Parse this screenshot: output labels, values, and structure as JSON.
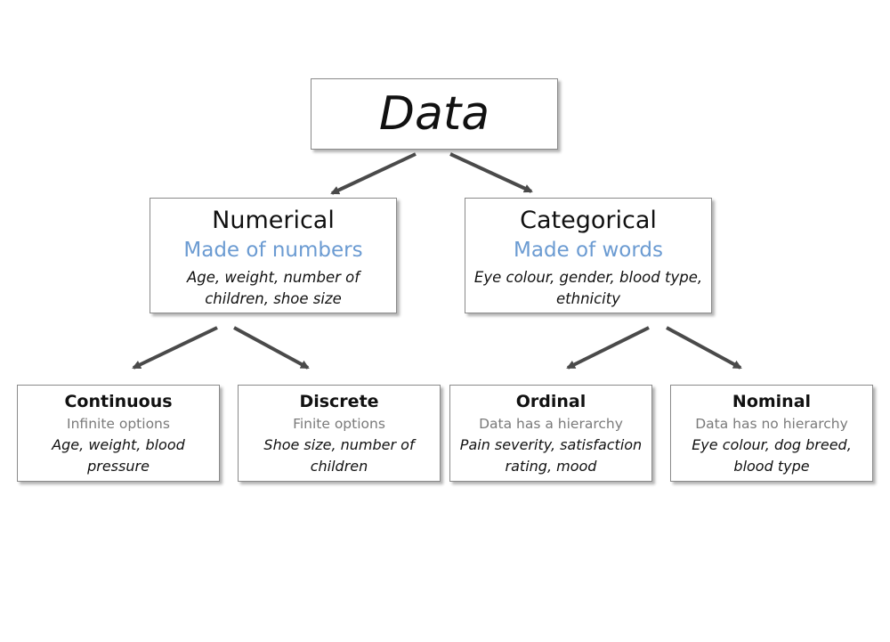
{
  "colors": {
    "subtitle_blue": "#6b9bd2",
    "leaf_subtitle_gray": "#7a7a7a",
    "arrow": "#4a4a4a"
  },
  "root": {
    "title": "Data"
  },
  "numerical": {
    "title": "Numerical",
    "subtitle": "Made of numbers",
    "examples": "Age, weight, number of children, shoe size"
  },
  "categorical": {
    "title": "Categorical",
    "subtitle": "Made of words",
    "examples": "Eye colour, gender, blood type, ethnicity"
  },
  "continuous": {
    "title": "Continuous",
    "subtitle": "Infinite options",
    "examples": "Age, weight, blood pressure"
  },
  "discrete": {
    "title": "Discrete",
    "subtitle": "Finite options",
    "examples": "Shoe size, number of children"
  },
  "ordinal": {
    "title": "Ordinal",
    "subtitle": "Data has a hierarchy",
    "examples": "Pain severity, satisfaction rating, mood"
  },
  "nominal": {
    "title": "Nominal",
    "subtitle": "Data has no hierarchy",
    "examples": "Eye colour, dog breed, blood type"
  }
}
